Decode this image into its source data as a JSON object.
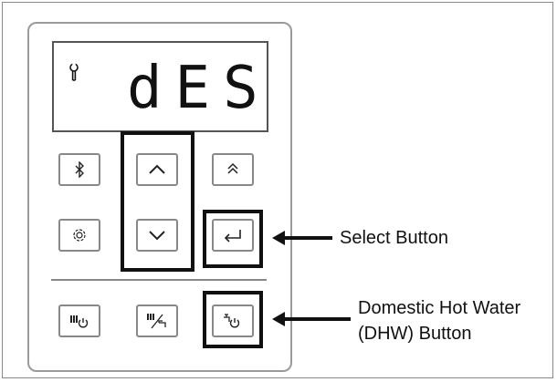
{
  "display": {
    "text": "dES",
    "icon": "wrench-icon"
  },
  "buttons": {
    "bluetooth": {
      "icon": "bluetooth-icon"
    },
    "up": {
      "icon": "chevron-up-icon"
    },
    "fast_up": {
      "icon": "double-chevron-up-icon"
    },
    "settings": {
      "icon": "gear-icon"
    },
    "down": {
      "icon": "chevron-down-icon"
    },
    "select": {
      "icon": "enter-arrow-icon"
    },
    "heating_power": {
      "icon": "radiator-power-icon"
    },
    "heating_dhw_mode": {
      "icon": "radiator-tap-icon"
    },
    "dhw_power": {
      "icon": "tap-power-icon"
    }
  },
  "callouts": {
    "select": "Select Button",
    "dhw_line1": "Domestic Hot Water",
    "dhw_line2": "(DHW) Button"
  },
  "colors": {
    "outline": "#111111",
    "button_border": "#888888",
    "panel_border": "#9a9a9a"
  }
}
